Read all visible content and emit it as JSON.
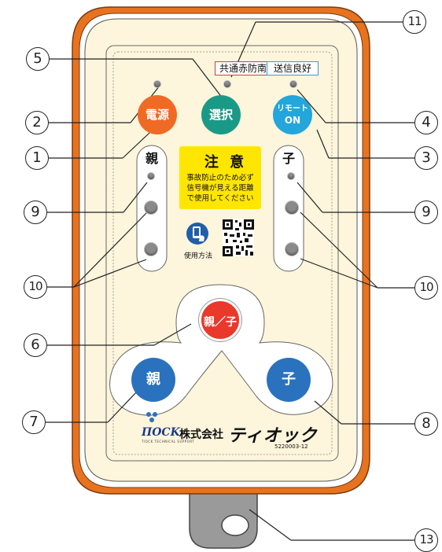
{
  "callouts": [
    "1",
    "2",
    "3",
    "4",
    "5",
    "6",
    "7",
    "8",
    "9",
    "9",
    "10",
    "10",
    "11",
    "13"
  ],
  "buttons": {
    "power": "電源",
    "select": "選択",
    "remote_line1": "リモート",
    "remote_line2": "ON",
    "parent_child": "親／子",
    "parent": "親",
    "child": "子"
  },
  "indicators": {
    "common_infrared": "共通赤防南",
    "signal_good": "送信良好"
  },
  "columns": {
    "parent": "親",
    "child": "子"
  },
  "warning": {
    "title": "注 意",
    "line1": "事故防止のため必ず",
    "line2": "信号機が見える距離",
    "line3": "で使用してください"
  },
  "usage_label": "使用方法",
  "footer": {
    "logo": "ΠOCK",
    "logo_sub": "TIOCK TECHNICAL SUPPORT",
    "company": "株式会社",
    "brand": "ティオック",
    "model": "5220003-12"
  },
  "colors": {
    "case_orange": "#e8731f",
    "panel_cream": "#fdf5dc",
    "power_orange": "#ef6a24",
    "select_teal": "#1a9a86",
    "remote_cyan": "#22a6db",
    "parent_child_red": "#e8392b",
    "blue": "#2a72bd",
    "warning_yellow": "#ffe600",
    "label_red": "#d63a3a",
    "label_blue": "#3a9ad9"
  }
}
